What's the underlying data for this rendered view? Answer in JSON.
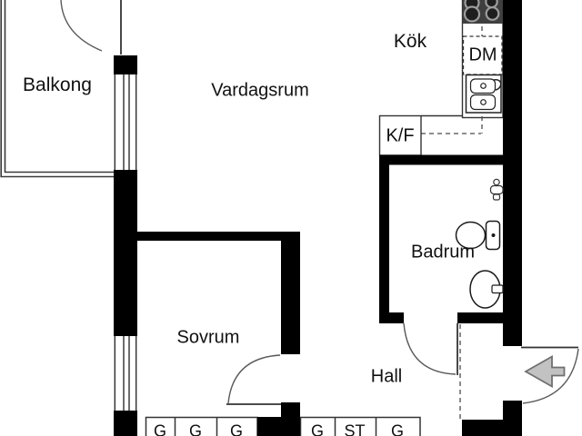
{
  "plan": {
    "type": "apartment-floor-plan",
    "language": "Swedish"
  },
  "rooms": {
    "balkong": "Balkong",
    "vardagsrum": "Vardagsrum",
    "kok": "Kök",
    "sovrum": "Sovrum",
    "badrum": "Badrum",
    "hall": "Hall"
  },
  "appliances": {
    "dishwasher": "DM",
    "fridge_freezer": "K/F"
  },
  "closets": {
    "bedroom_row": [
      "G",
      "G",
      "G"
    ],
    "hall_row": [
      "G",
      "ST",
      "G"
    ]
  },
  "icons": {
    "stove": "stove-icon",
    "kitchen_sink": "kitchen-sink-icon",
    "toilet": "toilet-icon",
    "bathroom_sink": "bathroom-sink-icon",
    "shower_mixer": "shower-mixer-icon",
    "entrance_arrow": "entrance-arrow-icon"
  },
  "colors": {
    "wall": "#000000",
    "floor": "#ffffff",
    "door_line": "#5a5a5a",
    "fixture_line": "#222222",
    "stove_body": "#3f3f3f",
    "burner_ring": "#9c9c9c",
    "arrow_fill": "#c2c2c2",
    "arrow_stroke": "#707070",
    "text": "#111111"
  }
}
